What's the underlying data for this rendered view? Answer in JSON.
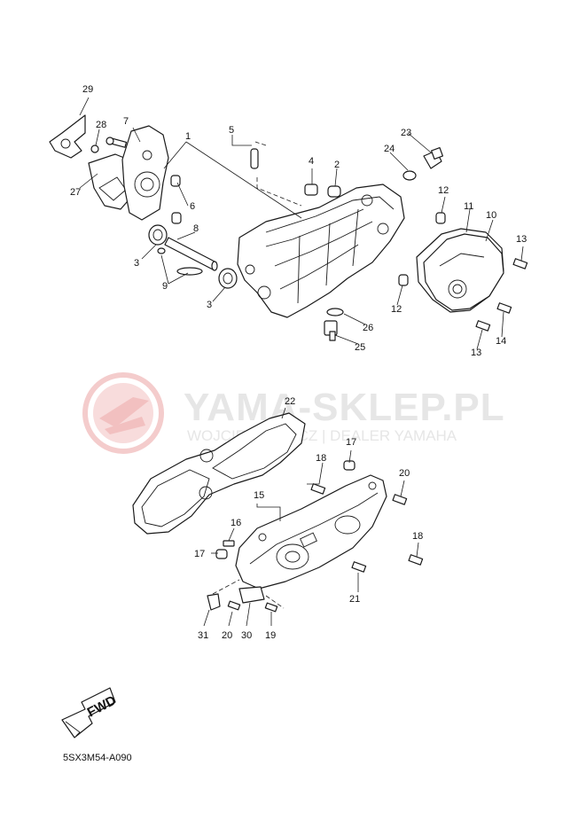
{
  "watermark": {
    "title": "YAMA-SKLEP.PL",
    "subtitle": "WOJCIECHOWICZ | DEALER YAMAHA",
    "logo_icon": "yamaha-logo-icon",
    "color": "#e6e6e6",
    "logo_color": "#f2c9c9"
  },
  "fwd_label": "FWD",
  "diagram_code": "5SX3M54-A090",
  "callouts": [
    "29",
    "28",
    "7",
    "1",
    "5",
    "4",
    "2",
    "23",
    "24",
    "27",
    "6",
    "8",
    "3",
    "9",
    "3",
    "12",
    "11",
    "10",
    "13",
    "12",
    "26",
    "25",
    "14",
    "13",
    "22",
    "17",
    "18",
    "20",
    "15",
    "16",
    "17",
    "18",
    "21",
    "31",
    "20",
    "30",
    "19"
  ]
}
